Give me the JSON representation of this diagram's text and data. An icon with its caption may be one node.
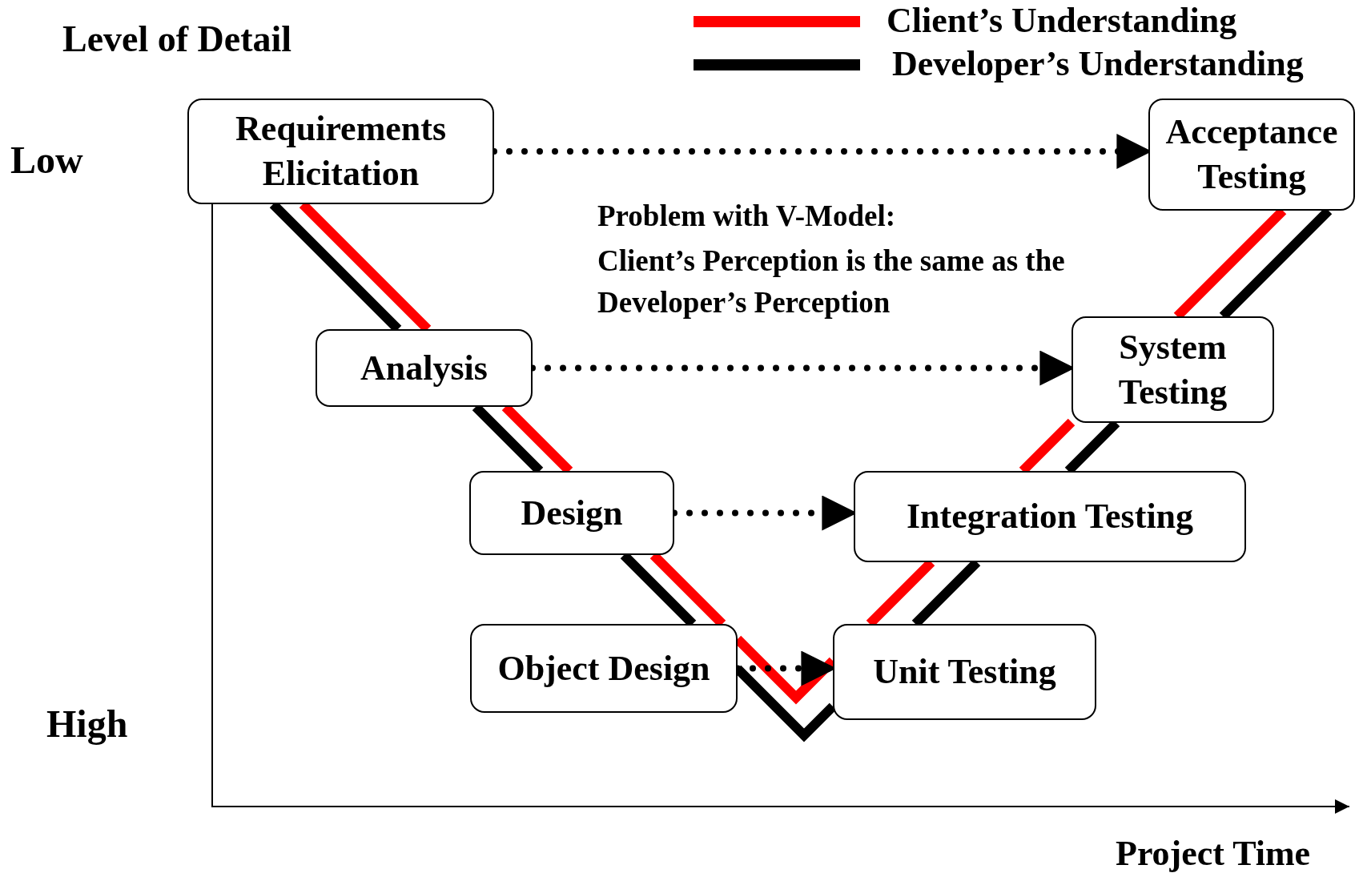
{
  "diagram": {
    "nodes": [
      {
        "text": [
          "Requirements Elicitation"
        ]
      },
      {
        "text": [
          "Acceptance Testing"
        ]
      },
      {
        "text": [
          "Analysis"
        ]
      },
      {
        "text": [
          "System Testing"
        ]
      },
      {
        "text": [
          "Design"
        ]
      },
      {
        "text": [
          "Integration Testing"
        ]
      },
      {
        "text": [
          "Object Design"
        ]
      },
      {
        "text": [
          "Unit Testing"
        ]
      }
    ],
    "edges": [
      {
        "from": 0,
        "to": 1,
        "arrow": "to",
        "style": "dashed"
      },
      {
        "from": 2,
        "to": 3,
        "arrow": "to",
        "style": "dashed"
      },
      {
        "from": 4,
        "to": 5,
        "arrow": "to",
        "style": "dashed"
      },
      {
        "from": 6,
        "to": 7,
        "arrow": "to",
        "style": "dashed"
      },
      {
        "from": 0,
        "to": 2,
        "arrow": "none",
        "color": "#ff0000"
      },
      {
        "from": 2,
        "to": 4,
        "arrow": "none",
        "color": "#ff0000"
      },
      {
        "from": 4,
        "to": 6,
        "arrow": "none",
        "color": "#ff0000"
      },
      {
        "from": 6,
        "to": 7,
        "arrow": "none",
        "color": "#ff0000"
      },
      {
        "from": 7,
        "to": 5,
        "arrow": "none",
        "color": "#ff0000"
      },
      {
        "from": 5,
        "to": 3,
        "arrow": "none",
        "color": "#ff0000"
      },
      {
        "from": 3,
        "to": 1,
        "arrow": "none",
        "color": "#ff0000"
      },
      {
        "from": 0,
        "to": 2,
        "arrow": "none",
        "color": "#000000"
      },
      {
        "from": 2,
        "to": 4,
        "arrow": "none",
        "color": "#000000"
      },
      {
        "from": 4,
        "to": 6,
        "arrow": "none",
        "color": "#000000"
      },
      {
        "from": 6,
        "to": 7,
        "arrow": "none",
        "color": "#000000"
      },
      {
        "from": 7,
        "to": 5,
        "arrow": "none",
        "color": "#000000"
      },
      {
        "from": 5,
        "to": 3,
        "arrow": "none",
        "color": "#000000"
      },
      {
        "from": 3,
        "to": 1,
        "arrow": "none",
        "color": "#000000"
      }
    ],
    "labels": [
      "Level of Detail",
      "Low",
      "High",
      "Project Time",
      "Problem with V-Model:",
      "Client’s Perception is the same as the Developer’s Perception"
    ],
    "legend": [
      {
        "text": "Client’s Understanding",
        "color": "#ff0000"
      },
      {
        "text": "Developer’s Understanding",
        "color": "#000000"
      }
    ]
  }
}
